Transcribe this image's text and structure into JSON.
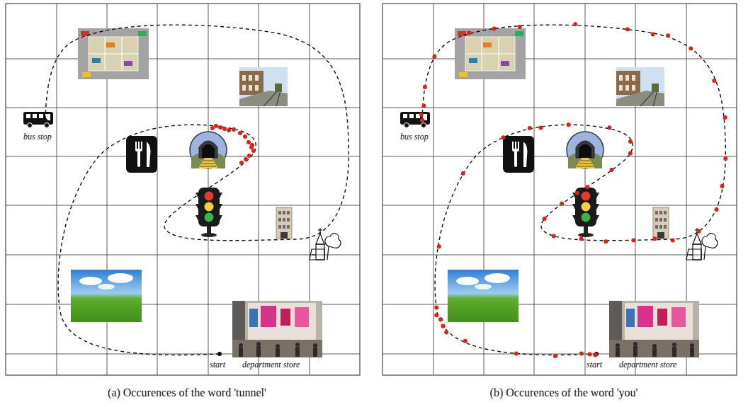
{
  "diagram": {
    "labels": [
      "bus stop",
      "start",
      "department store",
      "(a) Occurences of the word 'tunnel'",
      "bus stop",
      "start",
      "department store",
      "(b) Occurences of the word 'you'"
    ]
  }
}
